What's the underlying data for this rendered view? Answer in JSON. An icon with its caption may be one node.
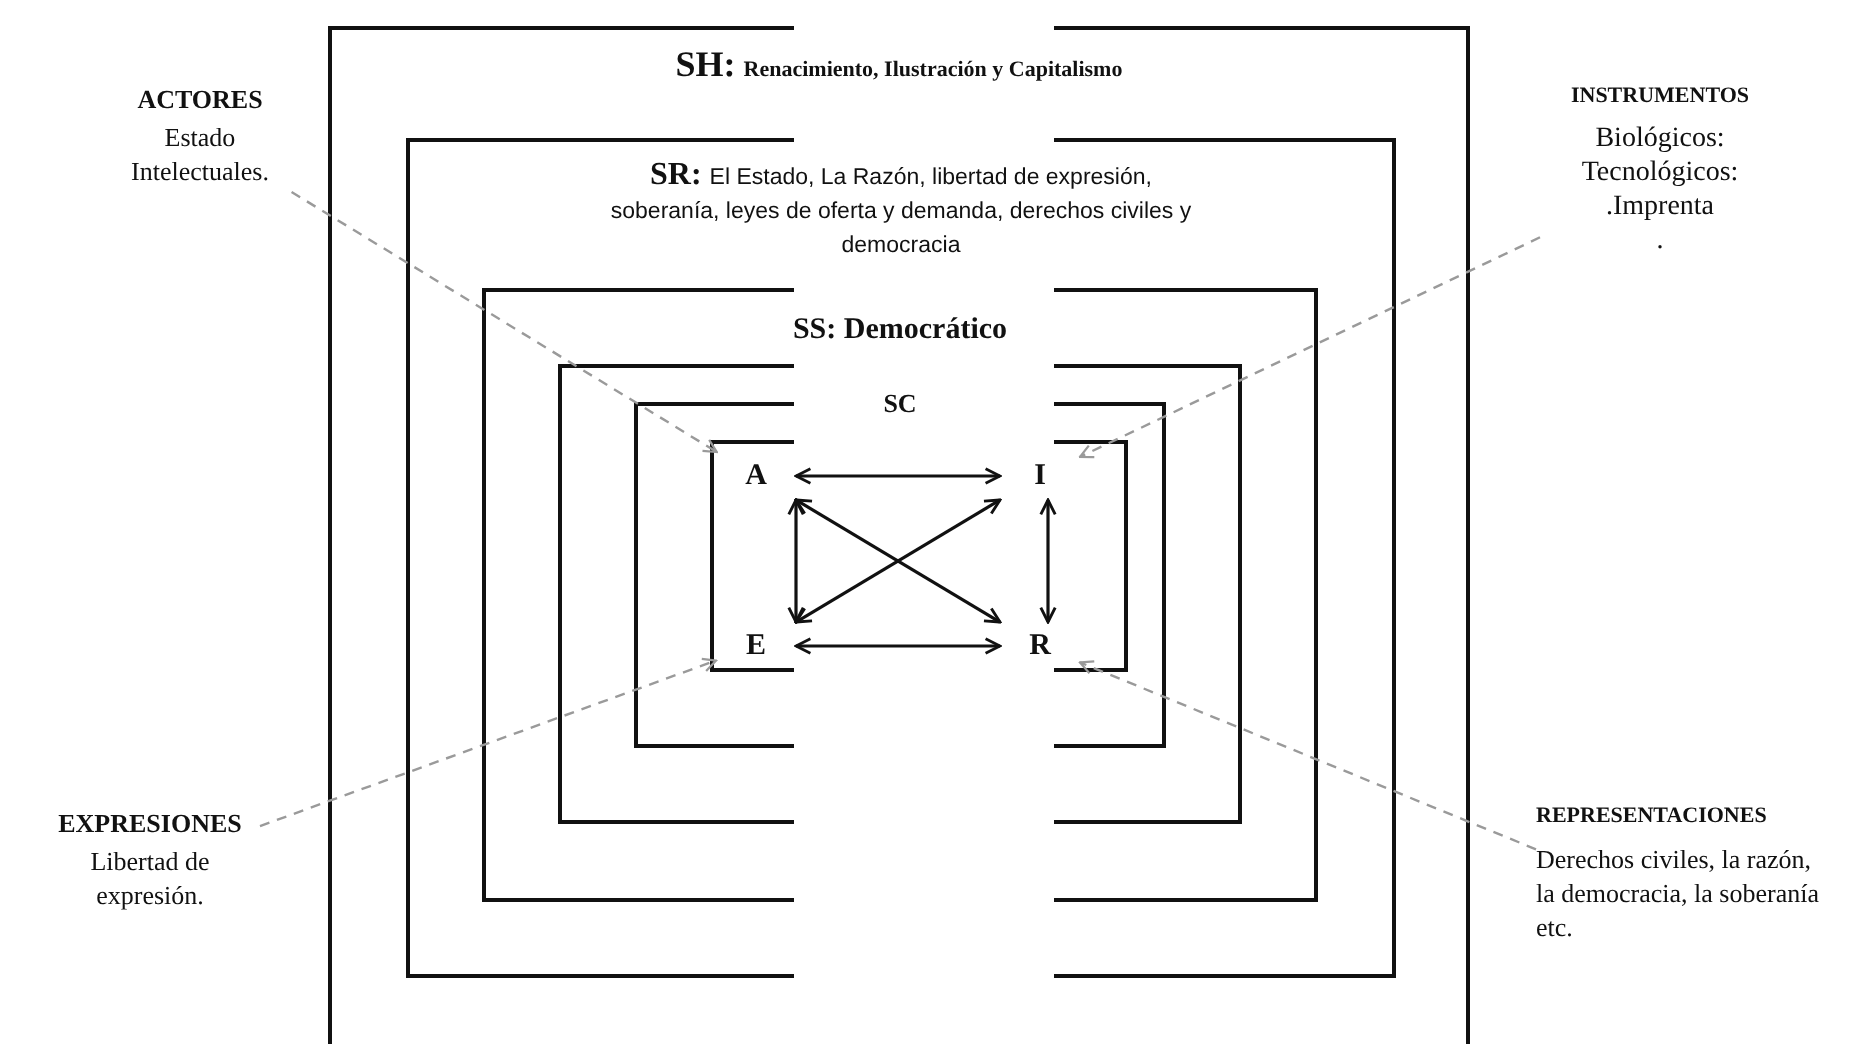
{
  "diagram": {
    "nodes": [
      {
        "text": [
          "SH:",
          "Renacimiento, Ilustración y Capitalismo"
        ]
      },
      {
        "text": [
          "SR:",
          "El Estado, La Razón, libertad de expresión, soberanía, leyes de oferta y demanda, derechos civiles y democracia"
        ],
        "in": 0
      },
      {
        "text": [
          "SS: Democrático"
        ],
        "in": 1
      },
      {
        "text": [],
        "shape": "box",
        "in": 2
      },
      {
        "text": [
          "SC"
        ],
        "in": 3
      },
      {
        "text": [],
        "shape": "box",
        "in": 4
      },
      {
        "text": [
          "A"
        ],
        "in": 5
      },
      {
        "text": [
          "I"
        ],
        "in": 5
      },
      {
        "text": [
          "E"
        ],
        "in": 5
      },
      {
        "text": [
          "R"
        ],
        "in": 5
      },
      {
        "text": [
          "ACTORES",
          "Estado Intelectuales."
        ]
      },
      {
        "text": [
          "INSTRUMENTOS",
          "Biológicos:",
          "Tecnológicos:",
          ".Imprenta",
          "."
        ]
      },
      {
        "text": [
          "EXPRESIONES",
          "Libertad de expresión."
        ]
      },
      {
        "text": [
          "REPRESENTACIONES",
          "Derechos civiles, la razón, la democracia, la soberanía etc."
        ]
      }
    ],
    "edges": [
      {
        "from": 6,
        "to": 7,
        "arrow": "both"
      },
      {
        "from": 6,
        "to": 8,
        "arrow": "both"
      },
      {
        "from": 6,
        "to": 9,
        "arrow": "both"
      },
      {
        "from": 8,
        "to": 7,
        "arrow": "both"
      },
      {
        "from": 7,
        "to": 9,
        "arrow": "both"
      },
      {
        "from": 8,
        "to": 9,
        "arrow": "both"
      },
      {
        "from": 10,
        "to": 6,
        "arrow": "to",
        "style": "dashed",
        "color": "#9a9a9a"
      },
      {
        "from": 11,
        "to": 7,
        "arrow": "to",
        "style": "dashed",
        "color": "#9a9a9a"
      },
      {
        "from": 12,
        "to": 8,
        "arrow": "to",
        "style": "dashed",
        "color": "#9a9a9a"
      },
      {
        "from": 13,
        "to": 9,
        "arrow": "to",
        "style": "dashed",
        "color": "#9a9a9a"
      }
    ]
  }
}
